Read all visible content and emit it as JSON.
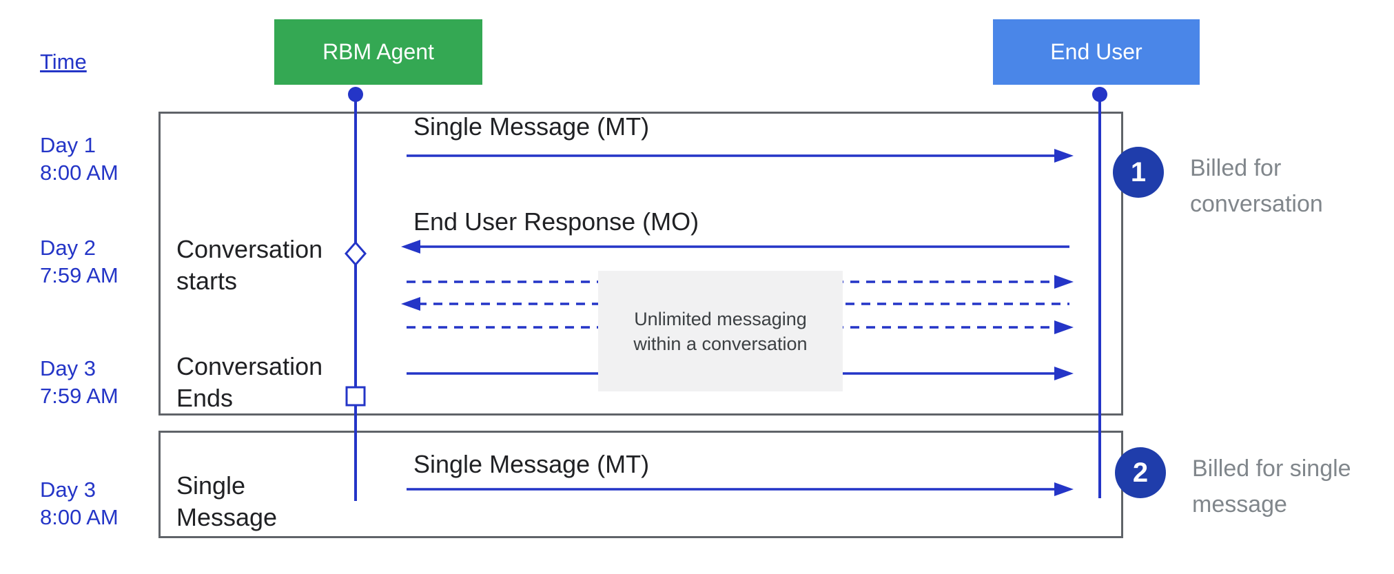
{
  "colors": {
    "agent_green": "#34A853",
    "end_user_blue": "#4A86E8",
    "line_blue": "#2435C7",
    "badge_blue": "#1F3DAB",
    "caption_gray": "#80868B",
    "border_gray": "#5F6368",
    "note_bg": "#F1F1F2",
    "label_black": "#202124"
  },
  "header": {
    "time_label": "Time",
    "agent": "RBM Agent",
    "end_user": "End User"
  },
  "timeline": [
    {
      "day": "Day 1",
      "time": "8:00 AM"
    },
    {
      "day": "Day 2",
      "time": "7:59 AM"
    },
    {
      "day": "Day 3",
      "time": "7:59 AM"
    },
    {
      "day": "Day 3",
      "time": "8:00 AM"
    }
  ],
  "conversation": {
    "mt_label": "Single Message (MT)",
    "mo_label": "End User Response (MO)",
    "starts_line1": "Conversation",
    "starts_line2": "starts",
    "ends_line1": "Conversation",
    "ends_line2": "Ends",
    "note_line1": "Unlimited messaging",
    "note_line2": "within a conversation"
  },
  "single_message": {
    "label_line1": "Single",
    "label_line2": "Message",
    "mt_label": "Single Message (MT)"
  },
  "annotations": [
    {
      "number": "1",
      "line1": "Billed for",
      "line2": "conversation"
    },
    {
      "number": "2",
      "line1": "Billed for single",
      "line2": "message"
    }
  ]
}
